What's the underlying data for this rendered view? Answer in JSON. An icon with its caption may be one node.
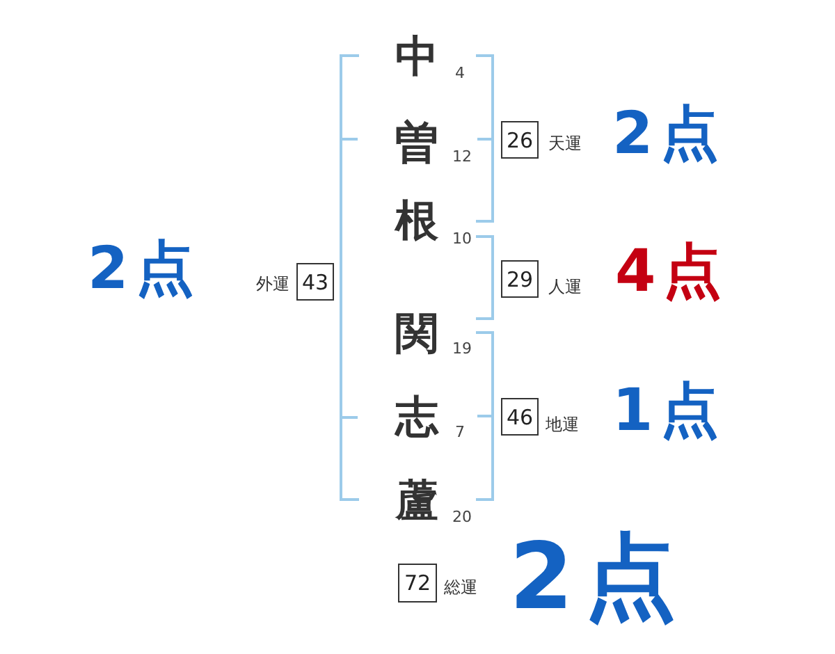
{
  "diagram": {
    "nodes": [
      {
        "text": [
          "26"
        ],
        "beside": [
          "天運",
          "2点"
        ]
      },
      {
        "text": [
          "43"
        ],
        "beside": [
          "外運",
          "2点"
        ]
      },
      {
        "text": [
          "29"
        ],
        "beside": [
          "人運",
          "4点"
        ]
      },
      {
        "text": [
          "46"
        ],
        "beside": [
          "地運",
          "1点"
        ]
      },
      {
        "text": [
          "72"
        ],
        "beside": [
          "総運",
          "2点"
        ]
      }
    ],
    "labels": [
      "中",
      "4",
      "曽",
      "12",
      "根",
      "10",
      "関",
      "19",
      "志",
      "7",
      "蘆",
      "20"
    ]
  }
}
